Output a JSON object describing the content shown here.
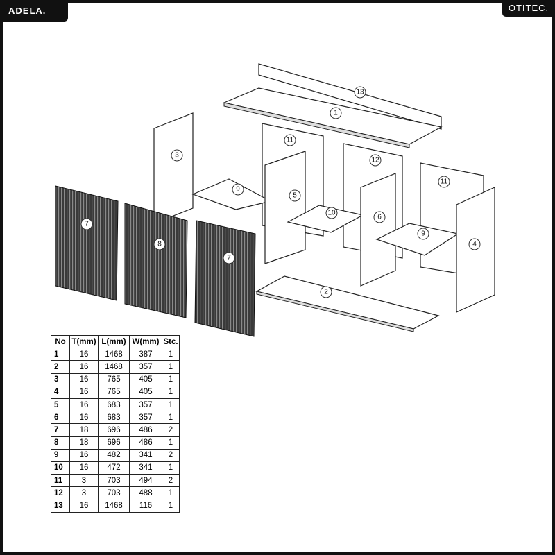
{
  "brand_left": "ADELA.",
  "brand_right": "OTITEC.",
  "parts_labels": {
    "p1": "1",
    "p2": "2",
    "p3": "3",
    "p4": "4",
    "p5": "5",
    "p6": "6",
    "p7a": "7",
    "p7b": "7",
    "p8": "8",
    "p9a": "9",
    "p9b": "9",
    "p10": "10",
    "p11a": "11",
    "p11b": "11",
    "p12": "12",
    "p13": "13"
  },
  "table": {
    "headers": [
      "No",
      "T(mm)",
      "L(mm)",
      "W(mm)",
      "Stc."
    ],
    "rows": [
      [
        "1",
        "16",
        "1468",
        "387",
        "1"
      ],
      [
        "2",
        "16",
        "1468",
        "357",
        "1"
      ],
      [
        "3",
        "16",
        "765",
        "405",
        "1"
      ],
      [
        "4",
        "16",
        "765",
        "405",
        "1"
      ],
      [
        "5",
        "16",
        "683",
        "357",
        "1"
      ],
      [
        "6",
        "16",
        "683",
        "357",
        "1"
      ],
      [
        "7",
        "18",
        "696",
        "486",
        "2"
      ],
      [
        "8",
        "18",
        "696",
        "486",
        "1"
      ],
      [
        "9",
        "16",
        "482",
        "341",
        "2"
      ],
      [
        "10",
        "16",
        "472",
        "341",
        "1"
      ],
      [
        "11",
        "3",
        "703",
        "494",
        "2"
      ],
      [
        "12",
        "3",
        "703",
        "488",
        "1"
      ],
      [
        "13",
        "16",
        "1468",
        "116",
        "1"
      ]
    ]
  }
}
